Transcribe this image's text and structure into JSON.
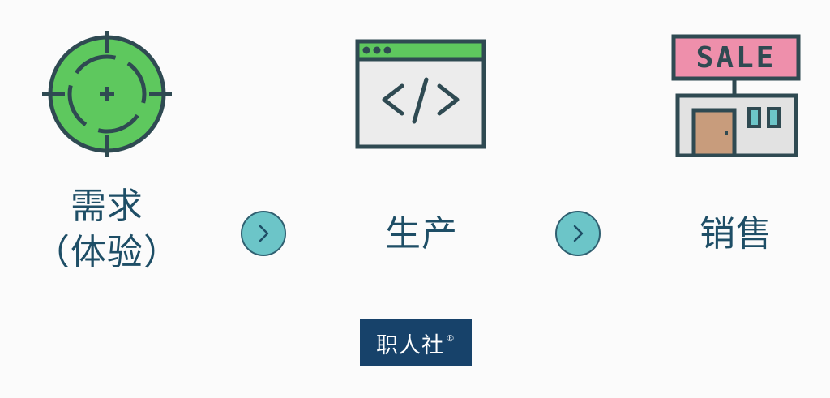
{
  "stages": [
    {
      "id": "demand",
      "icon": "target-icon",
      "label_line1": "需求",
      "label_line2": "（体验）"
    },
    {
      "id": "production",
      "icon": "code-window-icon",
      "label_line1": "生产"
    },
    {
      "id": "sales",
      "icon": "sale-storefront-icon",
      "label_line1": "销售",
      "sign_text": "SALE"
    }
  ],
  "arrows": [
    {
      "icon": "chevron-right-icon"
    },
    {
      "icon": "chevron-right-icon"
    }
  ],
  "logo": {
    "text": "职人社",
    "mark": "®",
    "background": "#17426a"
  },
  "colors": {
    "outline": "#2f4a52",
    "green": "#5ec85e",
    "teal": "#6cc5c8",
    "pink": "#ee8fab",
    "door": "#c89c7c",
    "text": "#1e4e66"
  }
}
